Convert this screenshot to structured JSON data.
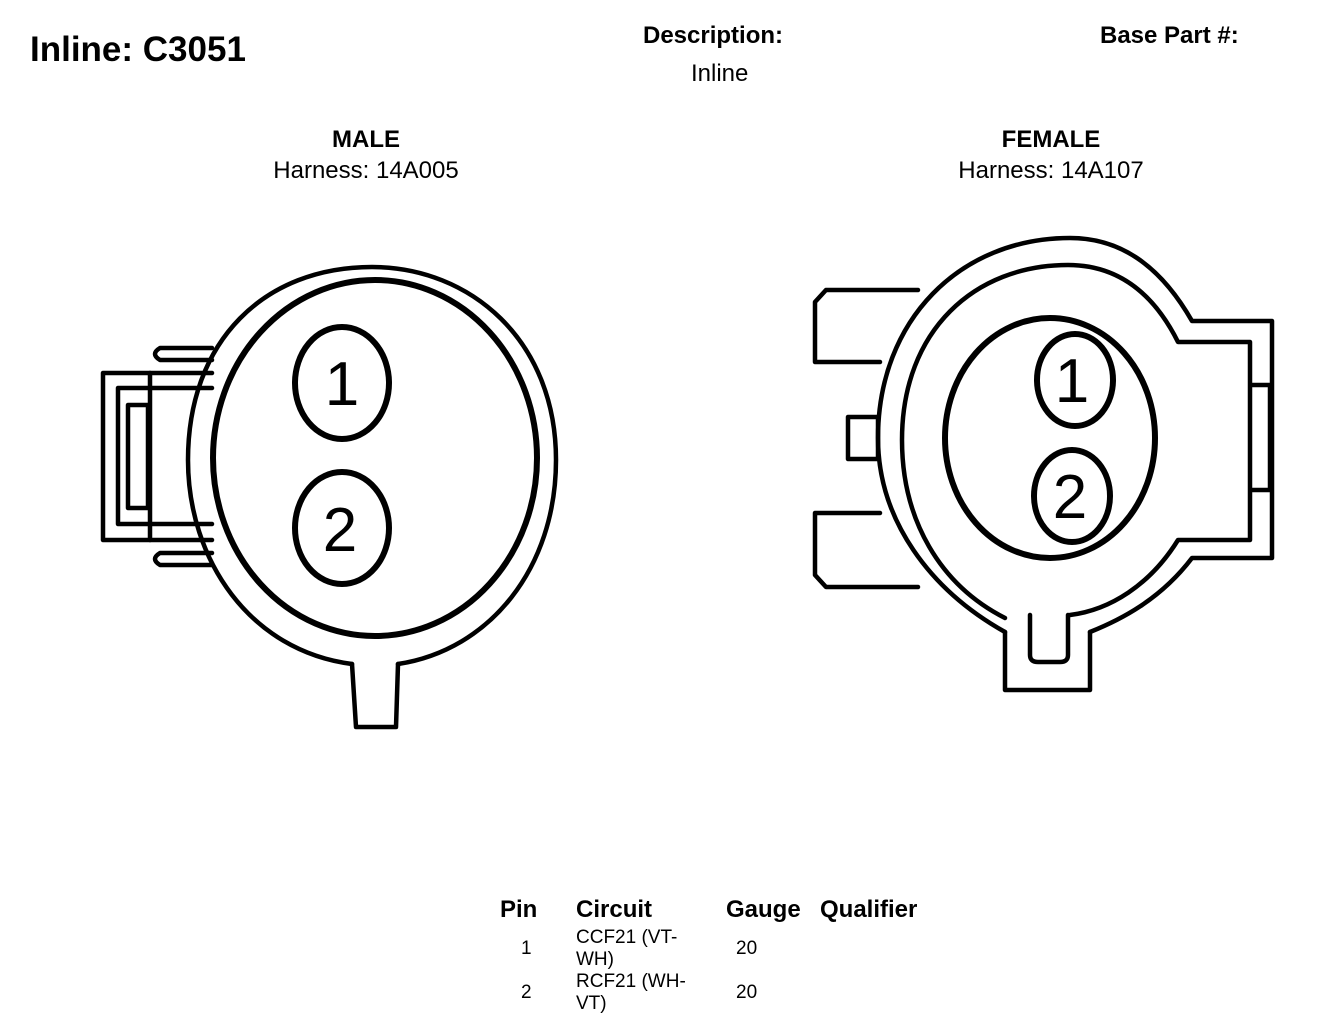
{
  "title": "Inline: C3051",
  "description_label": "Description:",
  "description_value": "Inline",
  "base_part_label": "Base Part #:",
  "connectors": [
    {
      "gender": "MALE",
      "harness": "Harness: 14A005",
      "pins": [
        "1",
        "2"
      ]
    },
    {
      "gender": "FEMALE",
      "harness": "Harness: 14A107",
      "pins": [
        "1",
        "2"
      ]
    }
  ],
  "pin_table": {
    "headers": {
      "pin": "Pin",
      "circuit": "Circuit",
      "gauge": "Gauge",
      "qualifier": "Qualifier"
    },
    "rows": [
      {
        "pin": "1",
        "circuit": "CCF21 (VT-WH)",
        "gauge": "20"
      },
      {
        "pin": "2",
        "circuit": "RCF21 (WH-VT)",
        "gauge": "20"
      }
    ]
  }
}
